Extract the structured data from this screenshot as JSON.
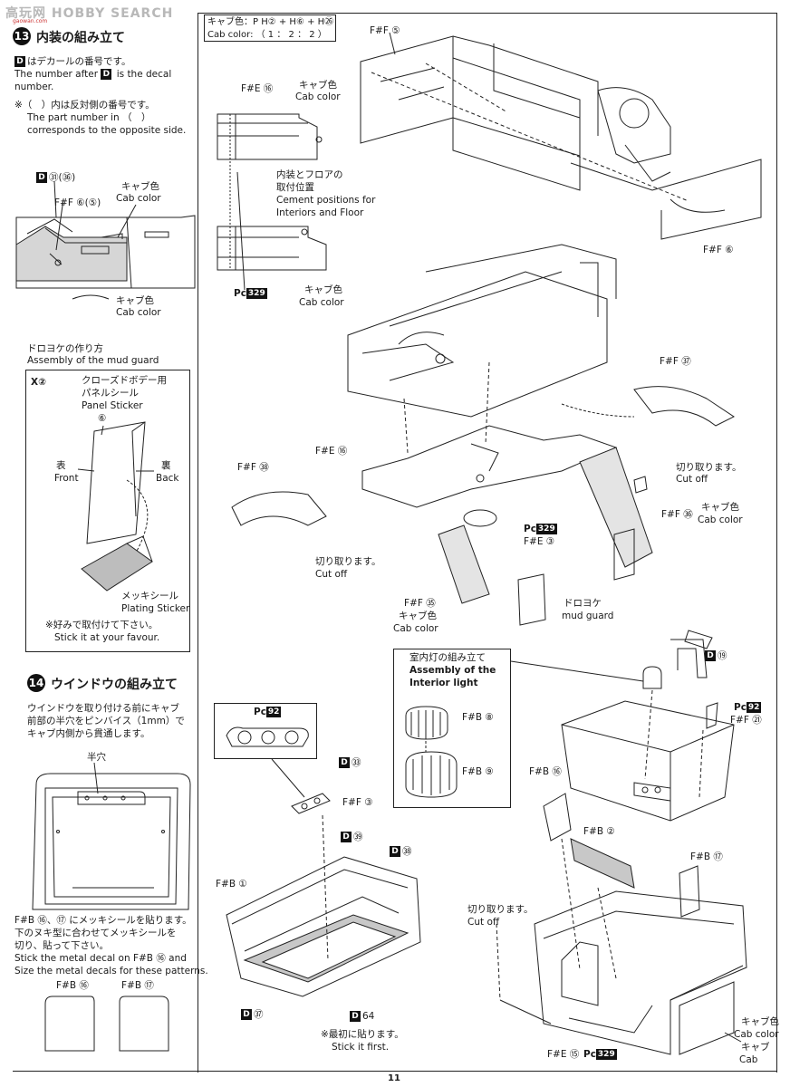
{
  "watermark": {
    "text": "高玩网 HOBBY SEARCH",
    "sub": "gaowan.com"
  },
  "colors": {
    "ink": "#1a1a1a",
    "fill_grey": "#bdbdbd",
    "badge": "#111111"
  },
  "left": {
    "step13": {
      "number": "13",
      "title": "内装の組み立て",
      "decal_note_jp": "はデカールの番号です。",
      "decal_note_en_1": "The number after",
      "decal_note_en_2": "is the decal",
      "decal_note_en_3": "number.",
      "opposite_jp": "※（　）内は反対側の番号です。",
      "opposite_en_1": "The part number in （　）",
      "opposite_en_2": "corresponds to the opposite side.",
      "decal_label": "㉛(㊱)",
      "cab_color_jp": "キャブ色",
      "cab_color_en": "Cab color",
      "part_label": "F#F ⑥(⑤)",
      "cab_color_jp_2": "キャブ色",
      "cab_color_en_2": "Cab color"
    },
    "mudguard": {
      "title_jp": "ドロヨケの作り方",
      "title_en": "Assembly of the mud guard",
      "closed_body_jp": "クローズドボデー用",
      "panel_seal_jp": "パネルシール",
      "panel_seal_en": "Panel Sticker",
      "panel_num": "⑥",
      "front_jp": "表",
      "front_en": "Front",
      "back_jp": "裏",
      "back_en": "Back",
      "plating_jp": "メッキシール",
      "plating_en": "Plating Sticker",
      "favour_jp": "※好みで取付けて下さい。",
      "favour_en": "Stick it at your favour.",
      "icon_label": "X②"
    },
    "step14": {
      "number": "14",
      "title": "ウインドウの組み立て",
      "desc_1": "ウインドウを取り付ける前にキャブ",
      "desc_2": "前部の半穴をピンバイス（1mm）で",
      "desc_3": "キャブ内側から貫通します。",
      "halfhole": "半穴",
      "decal_1": "F#B ⑯、⑰ にメッキシールを貼ります。",
      "decal_2": "下のヌキ型に合わせてメッキシールを",
      "decal_3": "切り、貼って下さい。",
      "decal_en_1": "Stick the metal decal on F#B ⑯ and",
      "decal_en_2": "Size the metal decals for these patterns.",
      "pattern_a": "F#B ⑯",
      "pattern_b": "F#B ⑰"
    }
  },
  "right": {
    "ratio_box": {
      "line1": "キャブ色：P H② + H⑥ + H㉖",
      "line2": "Cab color: （ 1 ： 2 ： 2 ）"
    },
    "floor_parts": {
      "f5": "F#F ⑤",
      "f6": "F#F ⑥",
      "e16": "F#E ⑯",
      "cab_jp": "キャブ色",
      "cab_en": "Cab color",
      "cement_jp_1": "内装とフロアの",
      "cement_jp_2": "取付位置",
      "cement_en_1": "Cement positions for",
      "cement_en_2": "Interiors and Floor",
      "pc329": "329",
      "cab_jp_2": "キャブ色",
      "cab_en_2": "Cab color"
    },
    "chassis": {
      "f37": "F#F ㊲",
      "e16": "F#E ⑯",
      "f38": "F#F ㊳",
      "cutoff_jp": "切り取ります。",
      "cutoff_en": "Cut off",
      "f36": "F#F ㊱",
      "cab_jp": "キャブ色",
      "cab_en": "Cab color",
      "pc329": "329",
      "e3": "F#E ③",
      "cutoff_jp_2": "切り取ります。",
      "cutoff_en_2": "Cut off",
      "f35": "F#F ㉟",
      "cab_jp_2": "キャブ色",
      "cab_en_2": "Cab color",
      "mud_jp": "ドロヨケ",
      "mud_en": "mud guard"
    },
    "light": {
      "title_jp": "室内灯の組み立て",
      "title_en_1": "Assembly of the",
      "title_en_2": "Interior light",
      "b8": "F#B ⑧",
      "b9": "F#B ⑨",
      "d19": "⑲",
      "pc92": "92",
      "f21": "F#F ㉑"
    },
    "roof": {
      "pc92": "92",
      "d33": "㉝",
      "f3": "F#F ③",
      "d39": "㊴",
      "d38": "㊳",
      "b1": "F#B ①",
      "d37": "㊲",
      "d64": "64",
      "first_jp": "※最初に貼ります。",
      "first_en": "Stick it first."
    },
    "cab": {
      "b16": "F#B ⑯",
      "b2": "F#B ②",
      "b17": "F#B ⑰",
      "cutoff_jp": "切り取ります。",
      "cutoff_en": "Cut off",
      "e15": "F#E ⑮",
      "pc329": "329",
      "cab_jp": "キャブ色",
      "cab_en": "Cab color",
      "cab2_jp": "キャブ",
      "cab2_en": "Cab"
    }
  },
  "page_number": "11"
}
